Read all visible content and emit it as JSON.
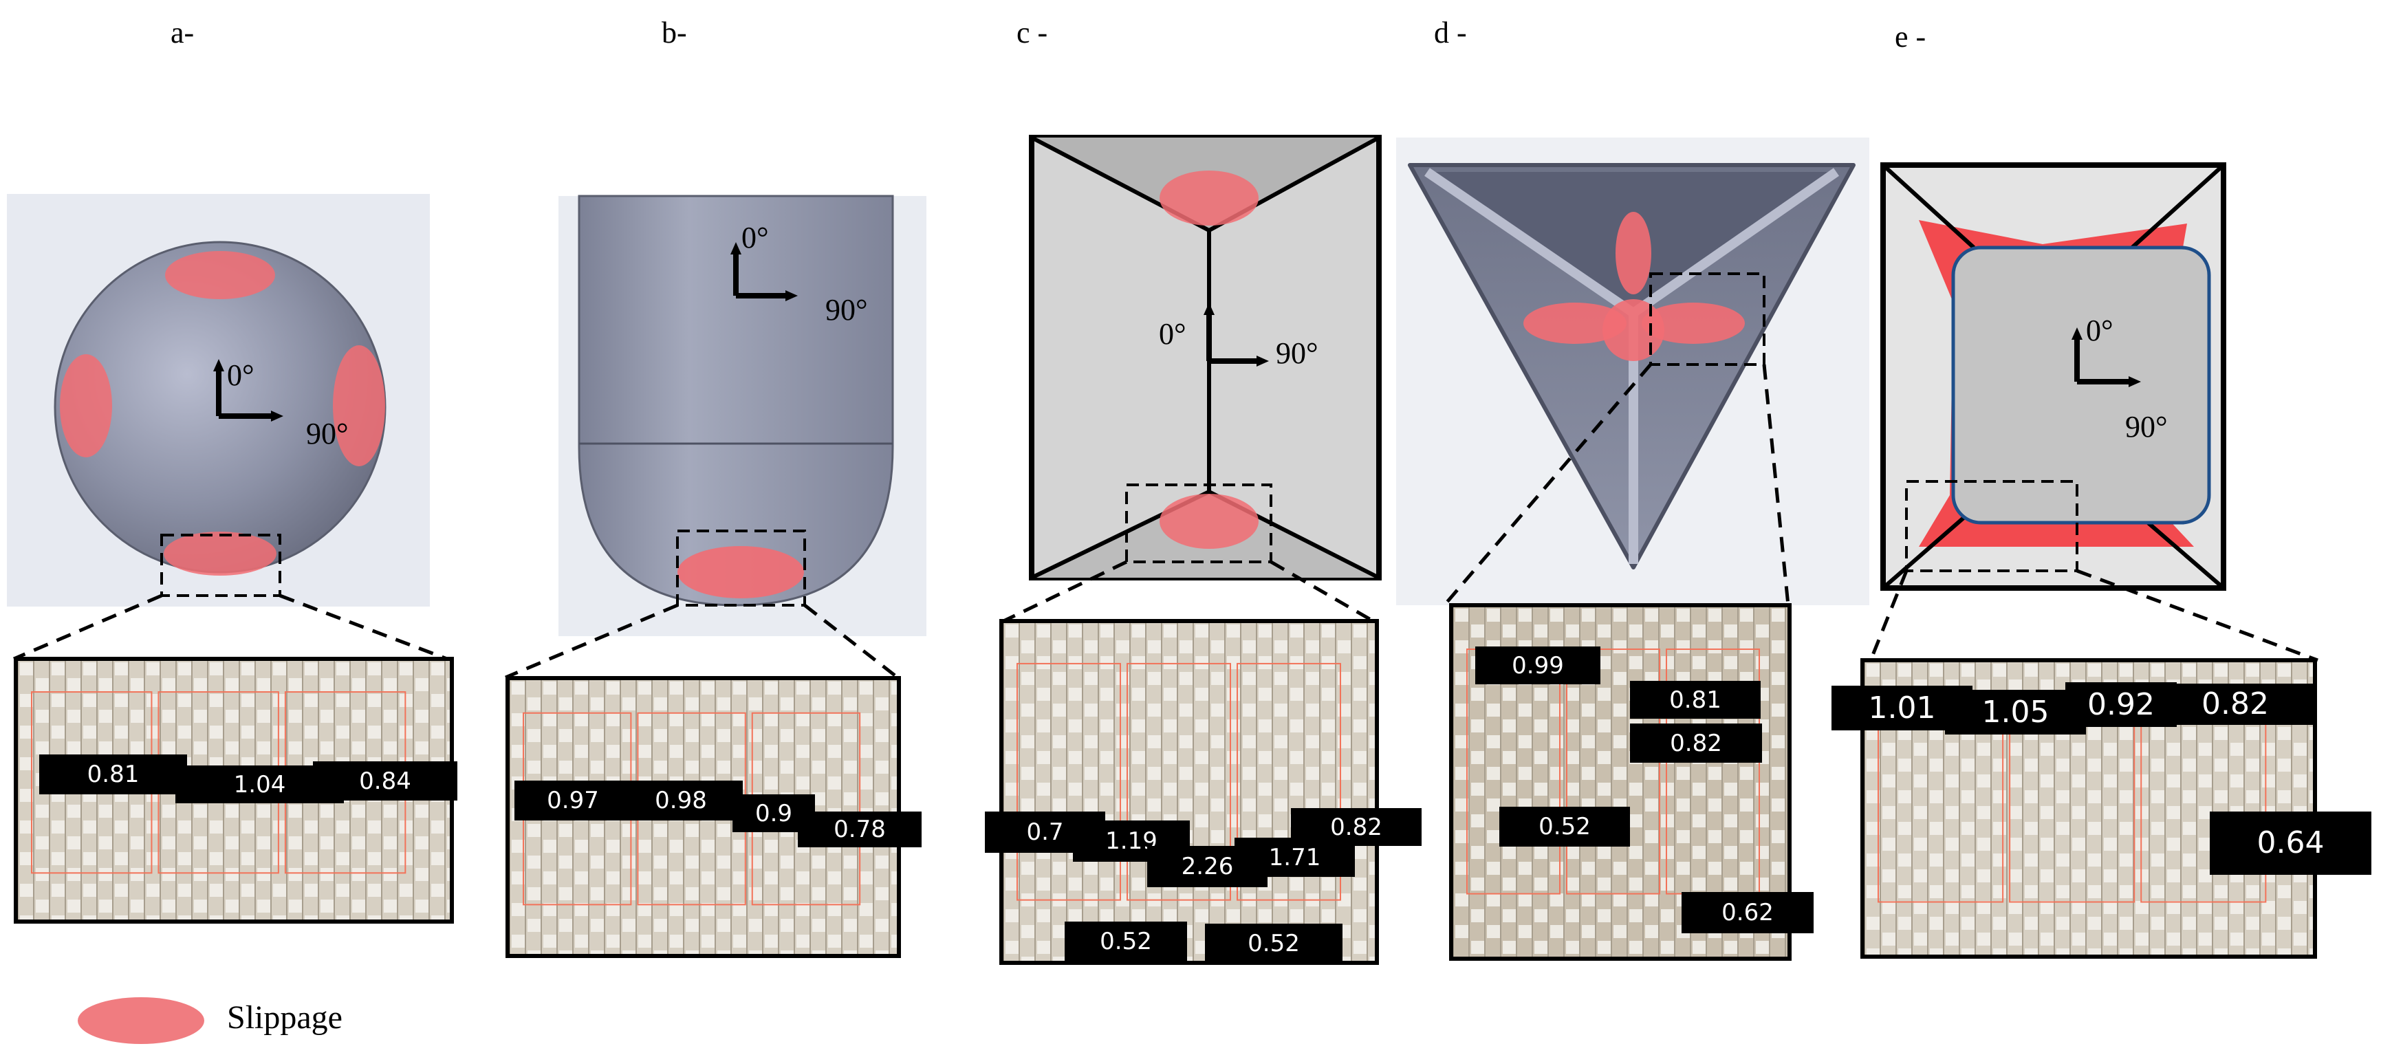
{
  "panels": [
    {
      "label": "a-",
      "angle0": "0°",
      "angle90": "90°",
      "values": [
        "0.81",
        "1.04",
        "0.84"
      ]
    },
    {
      "label": "b-",
      "angle0": "0°",
      "angle90": "90°",
      "values": [
        "0.97",
        "0.98",
        "0.9",
        "0.78"
      ]
    },
    {
      "label": "c -",
      "angle0": "0°",
      "angle90": "90°",
      "values": [
        "0.7",
        "1.19",
        "2.26",
        "1.71",
        "0.82",
        "0.52",
        "0.52"
      ]
    },
    {
      "label": "d -",
      "values": [
        "0.99",
        "0.81",
        "0.82",
        "0.52",
        "0.62"
      ]
    },
    {
      "label": "e -",
      "angle0": "0°",
      "angle90": "90°",
      "values": [
        "1.01",
        "1.05",
        "0.92",
        "0.82",
        "0.64"
      ]
    }
  ],
  "legend": {
    "label": "Slippage",
    "color": "#f07c80"
  },
  "colors": {
    "shape_fill": "#8e93a6",
    "slippage": "#f26d73",
    "fiber_line": "#f2735a",
    "label_bg": "#000000"
  }
}
